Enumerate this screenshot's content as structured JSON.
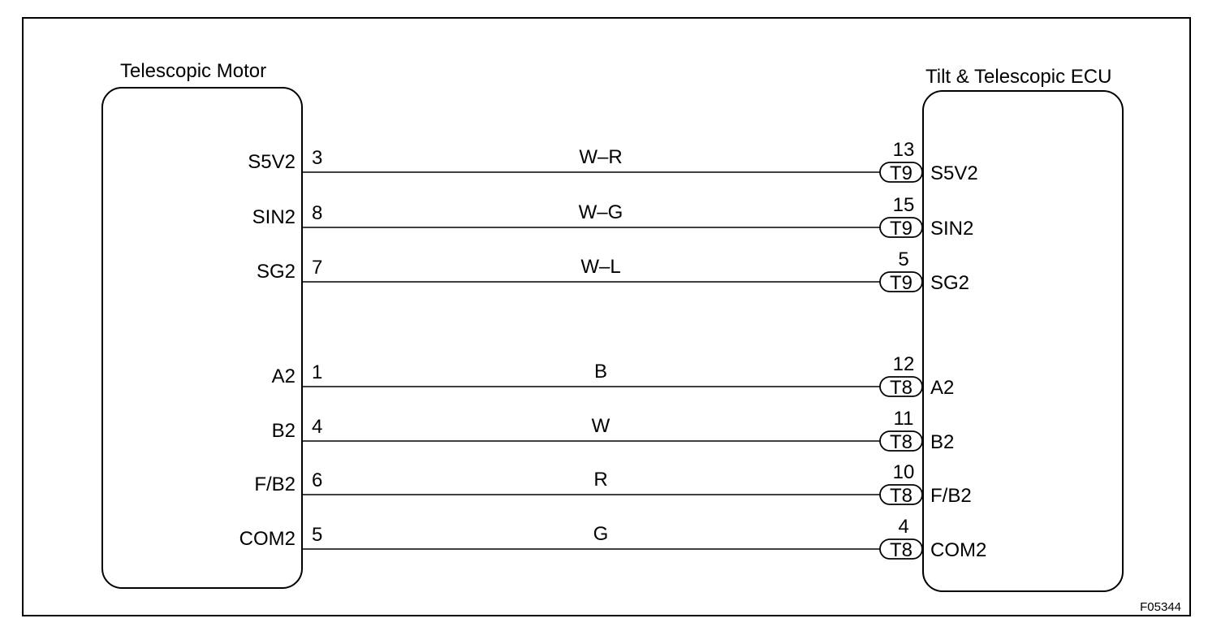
{
  "diagram": {
    "figure_id": "F05344",
    "left_component": {
      "title": "Telescopic Motor"
    },
    "right_component": {
      "title": "Tilt & Telescopic ECU"
    },
    "wires": [
      {
        "left_signal": "S5V2",
        "left_pin": "3",
        "color": "W–R",
        "connector": "T9",
        "right_pin": "13",
        "right_signal": "S5V2"
      },
      {
        "left_signal": "SIN2",
        "left_pin": "8",
        "color": "W–G",
        "connector": "T9",
        "right_pin": "15",
        "right_signal": "SIN2"
      },
      {
        "left_signal": "SG2",
        "left_pin": "7",
        "color": "W–L",
        "connector": "T9",
        "right_pin": "5",
        "right_signal": "SG2"
      },
      {
        "left_signal": "A2",
        "left_pin": "1",
        "color": "B",
        "connector": "T8",
        "right_pin": "12",
        "right_signal": "A2"
      },
      {
        "left_signal": "B2",
        "left_pin": "4",
        "color": "W",
        "connector": "T8",
        "right_pin": "11",
        "right_signal": "B2"
      },
      {
        "left_signal": "F/B2",
        "left_pin": "6",
        "color": "R",
        "connector": "T8",
        "right_pin": "10",
        "right_signal": "F/B2"
      },
      {
        "left_signal": "COM2",
        "left_pin": "5",
        "color": "G",
        "connector": "T8",
        "right_pin": "4",
        "right_signal": "COM2"
      }
    ]
  }
}
